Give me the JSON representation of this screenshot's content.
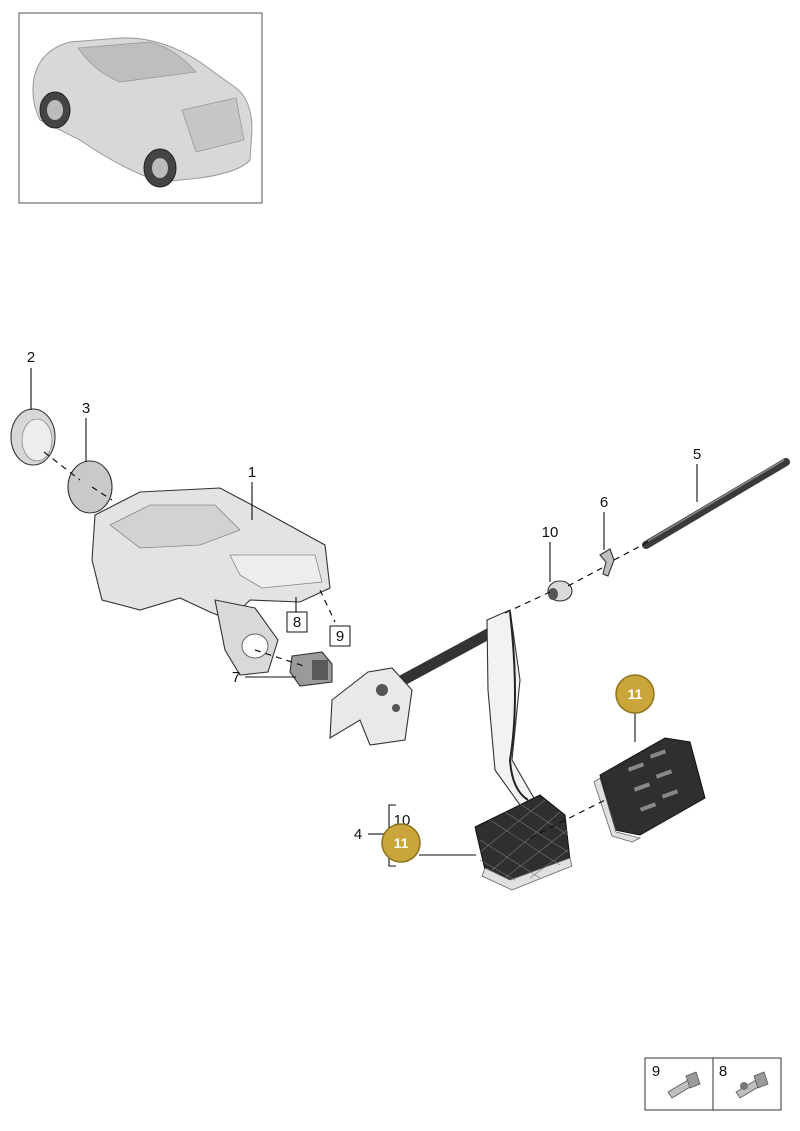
{
  "callouts": {
    "n1": "1",
    "n2": "2",
    "n3": "3",
    "n4": "4",
    "n5": "5",
    "n6": "6",
    "n7": "7",
    "n8": "8",
    "n9": "9",
    "n10_top": "10",
    "n10_group": "10"
  },
  "badges": {
    "pad_left": "11",
    "pad_right": "11"
  },
  "legend": {
    "item_9": "9",
    "item_8": "8"
  },
  "colors": {
    "badge_fill": "#C9A53A",
    "badge_stroke": "#8E7420",
    "part_light": "#E6E6E6",
    "part_mid": "#CFCFCF",
    "part_dark": "#3A3A3A"
  }
}
